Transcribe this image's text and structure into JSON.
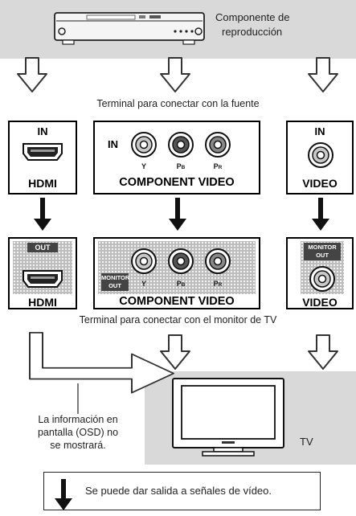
{
  "source": {
    "label_line1": "Componente de",
    "label_line2": "reproducción"
  },
  "input_section": {
    "caption": "Terminal para conectar con la fuente",
    "hdmi": {
      "port": "IN",
      "name": "HDMI"
    },
    "component": {
      "port": "IN",
      "jacks": [
        "Y",
        "PB",
        "PR"
      ],
      "name": "COMPONENT VIDEO"
    },
    "video": {
      "port": "IN",
      "name": "VIDEO"
    }
  },
  "output_section": {
    "caption": "Terminal para conectar con el monitor de TV",
    "hdmi": {
      "port": "OUT",
      "name": "HDMI"
    },
    "component": {
      "port_line1": "MONITOR",
      "port_line2": "OUT",
      "jacks": [
        "Y",
        "PB",
        "PR"
      ],
      "name": "COMPONENT VIDEO"
    },
    "video": {
      "port_line1": "MONITOR",
      "port_line2": "OUT",
      "name": "VIDEO"
    }
  },
  "osd_note": {
    "line1": "La información en",
    "line2": "pantalla (OSD) no",
    "line3": "se mostrará."
  },
  "tv": {
    "label": "TV"
  },
  "legend": {
    "text": "Se puede dar salida a señales de vídeo."
  },
  "colors": {
    "band": "#d9d9d9",
    "outline": "#000000",
    "dots": "#bdbdbd"
  }
}
